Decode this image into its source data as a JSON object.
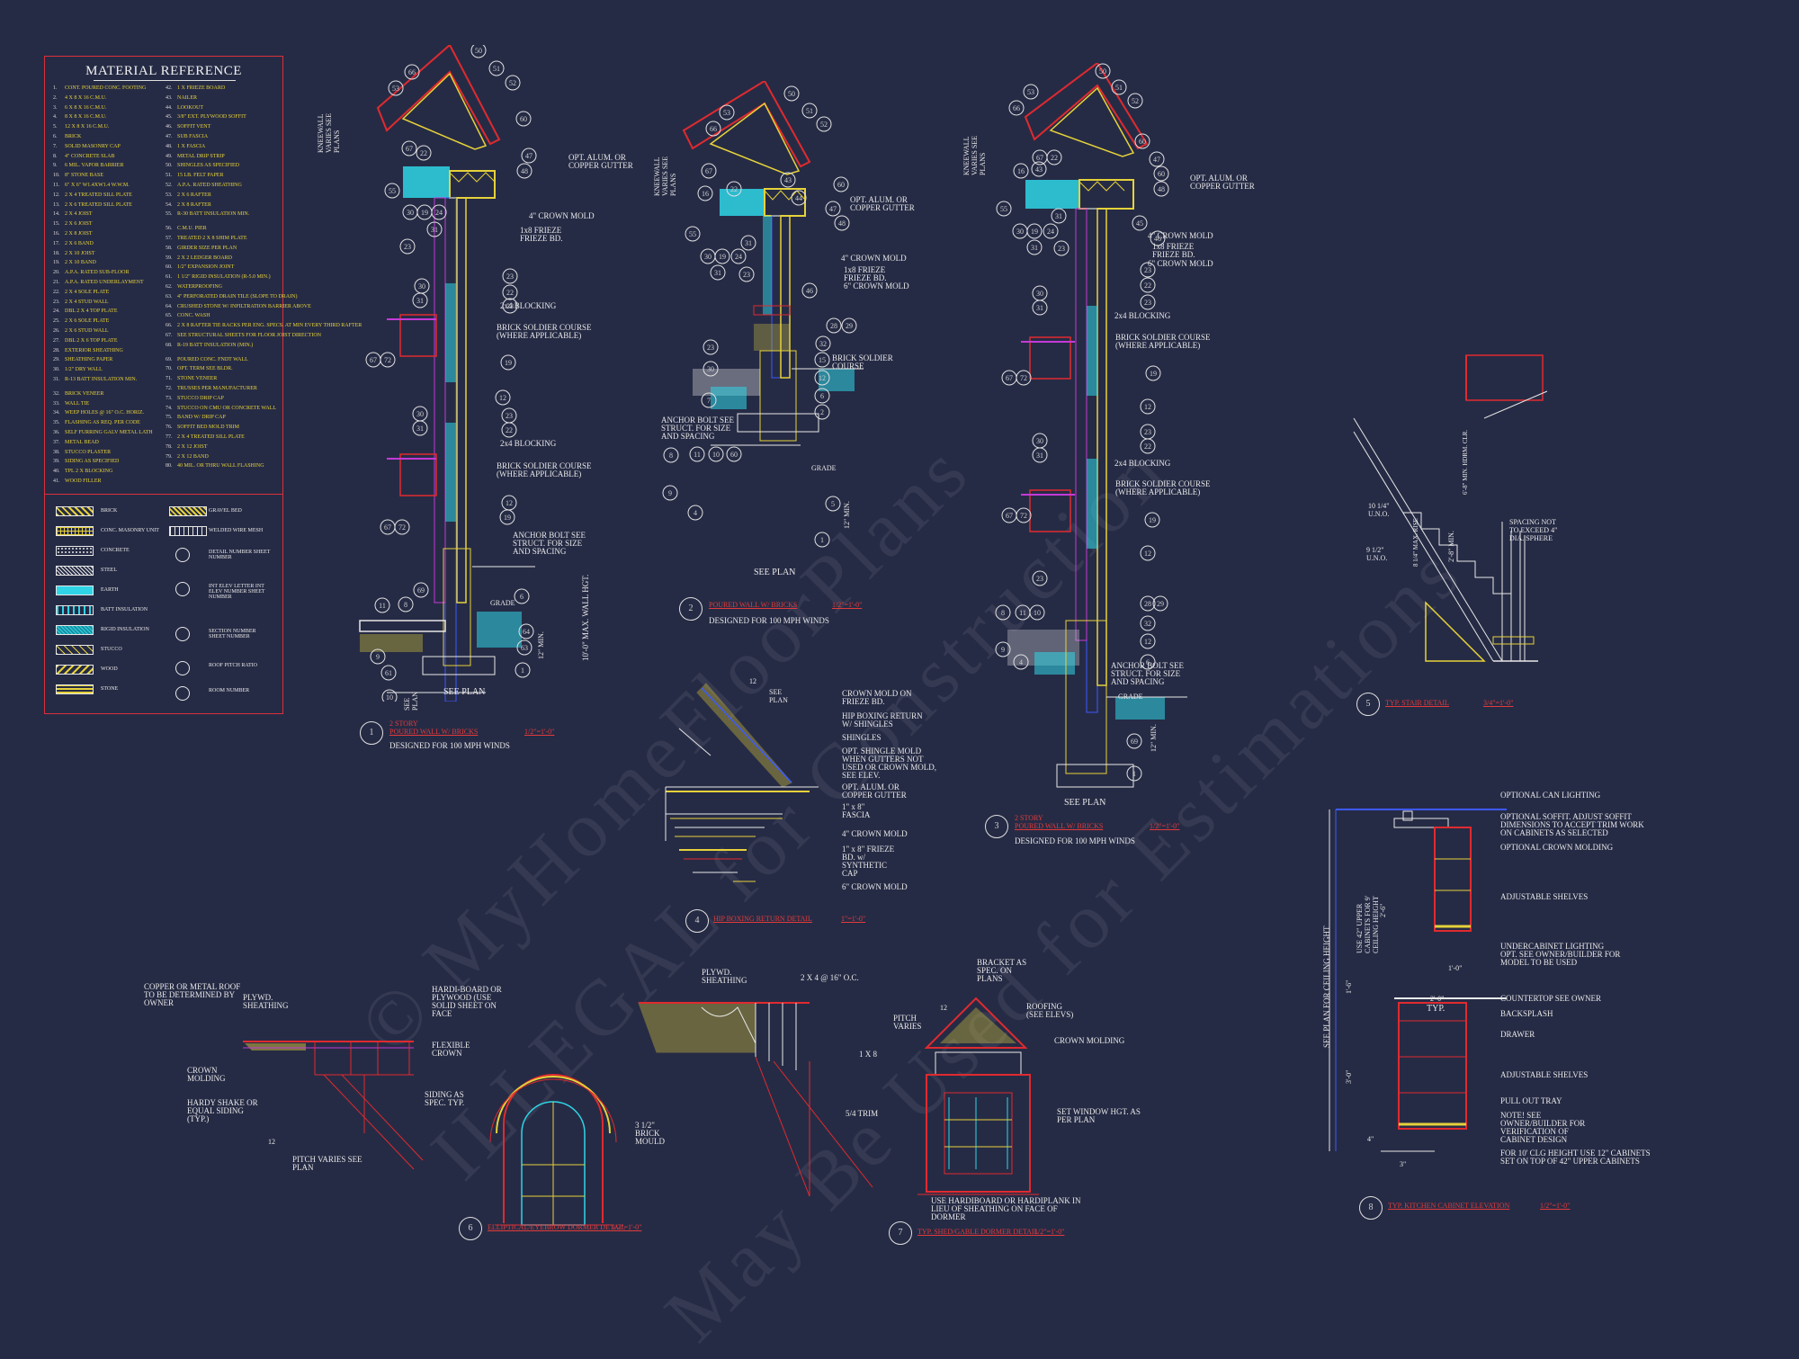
{
  "material_reference": {
    "title": "MATERIAL REFERENCE",
    "left_column": [
      {
        "n": "1.",
        "t": "CONT. POURED CONC. FOOTING"
      },
      {
        "n": "2.",
        "t": "4 X 8 X 16 C.M.U."
      },
      {
        "n": "3.",
        "t": "6 X 8 X 16 C.M.U."
      },
      {
        "n": "4.",
        "t": "8 X 8 X 16 C.M.U."
      },
      {
        "n": "5.",
        "t": "12 X 8 X 16 C.M.U."
      },
      {
        "n": "6.",
        "t": "BRICK"
      },
      {
        "n": "7.",
        "t": "SOLID MASONRY CAP"
      },
      {
        "n": "8.",
        "t": "4\" CONCRETE SLAB"
      },
      {
        "n": "9.",
        "t": "6 MIL. VAPOR BARRIER"
      },
      {
        "n": "10.",
        "t": "8\" STONE BASE"
      },
      {
        "n": "11.",
        "t": "6\" X 6\" W1.4XW1.4 W.W.M."
      },
      {
        "n": "12.",
        "t": "2 X 4 TREATED SILL PLATE"
      },
      {
        "n": "13.",
        "t": "2 X 6 TREATED SILL PLATE"
      },
      {
        "n": "14.",
        "t": "2 X 4 JOIST"
      },
      {
        "n": "15.",
        "t": "2 X 6 JOIST"
      },
      {
        "n": "16.",
        "t": "2 X 8 JOIST"
      },
      {
        "n": "17.",
        "t": "2 X 6 BAND"
      },
      {
        "n": "18.",
        "t": "2 X 10 JOIST"
      },
      {
        "n": "19.",
        "t": "2 X 10 BAND"
      },
      {
        "n": "20.",
        "t": "A.P.A. RATED SUB-FLOOR"
      },
      {
        "n": "21.",
        "t": "A.P.A. RATED UNDERLAYMENT"
      },
      {
        "n": "22.",
        "t": "2 X 4 SOLE PLATE"
      },
      {
        "n": "23.",
        "t": "2 X 4 STUD WALL"
      },
      {
        "n": "24.",
        "t": "DBL 2 X 4 TOP PLATE"
      },
      {
        "n": "25.",
        "t": "2 X 6 SOLE PLATE"
      },
      {
        "n": "26.",
        "t": "2 X 6 STUD WALL"
      },
      {
        "n": "27.",
        "t": "DBL 2 X 6 TOP PLATE"
      },
      {
        "n": "28.",
        "t": "EXTERIOR SHEATHING"
      },
      {
        "n": "29.",
        "t": "SHEATHING PAPER"
      },
      {
        "n": "30.",
        "t": "1/2\" DRY WALL"
      },
      {
        "n": "31.",
        "t": "R-13 BATT INSULATION MIN."
      },
      {
        "n": "32.",
        "t": "BRICK VENEER"
      },
      {
        "n": "33.",
        "t": "WALL TIE"
      },
      {
        "n": "34.",
        "t": "WEEP HOLES @ 16\" O.C. HORIZ."
      },
      {
        "n": "35.",
        "t": "FLASHING AS REQ. PER CODE"
      },
      {
        "n": "36.",
        "t": "SELF FURRING GALV METAL LATH"
      },
      {
        "n": "37.",
        "t": "METAL BEAD"
      },
      {
        "n": "38.",
        "t": "STUCCO PLASTER"
      },
      {
        "n": "39.",
        "t": "SIDING AS SPECIFIED"
      },
      {
        "n": "40.",
        "t": "TPL 2 X BLOCKING"
      },
      {
        "n": "41.",
        "t": "WOOD FILLER"
      }
    ],
    "right_column": [
      {
        "n": "42.",
        "t": "1 X FRIEZE BOARD"
      },
      {
        "n": "43.",
        "t": "NAILER"
      },
      {
        "n": "44.",
        "t": "LOOKOUT"
      },
      {
        "n": "45.",
        "t": "3/8\" EXT. PLYWOOD SOFFIT"
      },
      {
        "n": "46.",
        "t": "SOFFIT VENT"
      },
      {
        "n": "47.",
        "t": "SUB FASCIA"
      },
      {
        "n": "48.",
        "t": "1 X FASCIA"
      },
      {
        "n": "49.",
        "t": "METAL DRIP STRIP"
      },
      {
        "n": "50.",
        "t": "SHINGLES AS SPECIFIED"
      },
      {
        "n": "51.",
        "t": "15 LB. FELT PAPER"
      },
      {
        "n": "52.",
        "t": "A.P.A. RATED SHEATHING"
      },
      {
        "n": "53.",
        "t": "2 X 6 RAFTER"
      },
      {
        "n": "54.",
        "t": "2 X 8 RAFTER"
      },
      {
        "n": "55.",
        "t": "R-30 BATT INSULATION MIN."
      },
      {
        "n": "56.",
        "t": "C.M.U. PIER"
      },
      {
        "n": "57.",
        "t": "TREATED 2 X 8 SHIM PLATE"
      },
      {
        "n": "58.",
        "t": "GIRDER SIZE PER PLAN"
      },
      {
        "n": "59.",
        "t": "2 X 2 LEDGER BOARD"
      },
      {
        "n": "60.",
        "t": "1/2\" EXPANSION JOINT"
      },
      {
        "n": "61.",
        "t": "1 1/2\" RIGID INSULATION (R-5.0 MIN.)"
      },
      {
        "n": "62.",
        "t": "WATERPROOFING"
      },
      {
        "n": "63.",
        "t": "4\" PERFORATED DRAIN TILE (SLOPE TO DRAIN)"
      },
      {
        "n": "64.",
        "t": "CRUSHED STONE W/ INFILTRATION BARRIER ABOVE"
      },
      {
        "n": "65.",
        "t": "CONC. WASH"
      },
      {
        "n": "66.",
        "t": "2 X 8 RAFTER TIE RACKS PER ENG. SPECS. AT MIN EVERY THIRD RAFTER"
      },
      {
        "n": "67.",
        "t": "SEE STRUCTURAL SHEETS FOR FLOOR JOIST DIRECTION"
      },
      {
        "n": "68.",
        "t": "R-19 BATT INSULATION (MIN.)"
      },
      {
        "n": "69.",
        "t": "POURED CONC. FNDT WALL"
      },
      {
        "n": "70.",
        "t": "OPT. TERM SEE BLDR."
      },
      {
        "n": "71.",
        "t": "STONE VENEER"
      },
      {
        "n": "72.",
        "t": "TRUSSES PER MANUFACTURER"
      },
      {
        "n": "73.",
        "t": "STUCCO DRIP CAP"
      },
      {
        "n": "74.",
        "t": "STUCCO ON CMU OR CONCRETE WALL"
      },
      {
        "n": "75.",
        "t": "BAND W/ DRIP CAP"
      },
      {
        "n": "76.",
        "t": "SOFFIT BED MOLD TRIM"
      },
      {
        "n": "77.",
        "t": "2 X 4 TREATED SILL PLATE"
      },
      {
        "n": "78.",
        "t": "2 X 12 JOIST"
      },
      {
        "n": "79.",
        "t": "2 X 12 BAND"
      },
      {
        "n": "80.",
        "t": "40 MIL. OR THRU WALL FLASHING"
      }
    ],
    "legend_left": [
      "BRICK",
      "CONC. MASONRY UNIT",
      "CONCRETE",
      "STEEL",
      "EARTH",
      "BATT INSULATION",
      "RIGID INSULATION",
      "STUCCO",
      "WOOD",
      "STONE"
    ],
    "legend_right": [
      "GRAVEL BED",
      "WELDED WIRE MESH",
      "DETAIL NUMBER SHEET NUMBER",
      "INT ELEV LETTER INT ELEV NUMBER SHEET NUMBER",
      "SECTION NUMBER SHEET NUMBER",
      "ROOF PITCH RATIO",
      "ROOM NUMBER"
    ]
  },
  "details": {
    "d1": {
      "bubble": "1",
      "title1": "2 STORY",
      "title2": "POURED WALL W/ BRICKS",
      "scale": "1/2\"=1'-0\"",
      "subtitle": "DESIGNED FOR 100 MPH WINDS",
      "notes": {
        "kneewall": "KNEEWALL VARIES SEE PLANS",
        "gutter": "OPT. ALUM. OR COPPER GUTTER",
        "crown": "4\" CROWN MOLD",
        "frieze": "1x8 FRIEZE FRIEZE BD.",
        "blocking1": "2x4 BLOCKING",
        "soldier1": "BRICK SOLDIER COURSE (WHERE APPLICABLE)",
        "blocking2": "2x4 BLOCKING",
        "soldier2": "BRICK SOLDIER COURSE (WHERE APPLICABLE)",
        "anchor": "ANCHOR BOLT SEE STRUCT. FOR SIZE AND SPACING",
        "grade": "GRADE",
        "min12": "12\" MIN.",
        "maxwall": "10'-0\" MAX. WALL HGT.",
        "seeplan": "SEE PLAN",
        "seeplan_v": "SEE PLAN"
      }
    },
    "d2": {
      "bubble": "2",
      "title": "POURED WALL W/ BRICKS",
      "scale": "1/2\"=1'-0\"",
      "subtitle": "DESIGNED FOR 100 MPH WINDS",
      "notes": {
        "kneewall": "KNEEWALL VARIES SEE PLANS",
        "gutter": "OPT. ALUM. OR COPPER GUTTER",
        "crown": "4\" CROWN MOLD",
        "frieze": "1x8 FRIEZE FRIEZE BD.",
        "crown6": "6\" CROWN MOLD",
        "soldier": "BRICK SOLDIER COURSE",
        "anchor": "ANCHOR BOLT SEE STRUCT. FOR SIZE AND SPACING",
        "grade": "GRADE",
        "min12": "12\" MIN.",
        "seeplan": "SEE PLAN"
      }
    },
    "d3": {
      "bubble": "3",
      "title1": "2 STORY",
      "title2": "POURED WALL W/ BRICKS",
      "scale": "1/2\"=1'-0\"",
      "subtitle": "DESIGNED FOR 100 MPH WINDS",
      "notes": {
        "kneewall": "KNEEWALL VARIES SEE PLANS",
        "gutter": "OPT. ALUM. OR COPPER GUTTER",
        "crown": "4\" CROWN MOLD",
        "frieze": "1x8 FRIEZE FRIEZE BD.",
        "crown6": "6\" CROWN MOLD",
        "blocking1": "2x4 BLOCKING",
        "soldier1": "BRICK SOLDIER COURSE (WHERE APPLICABLE)",
        "blocking2": "2x4 BLOCKING",
        "soldier2": "BRICK SOLDIER COURSE (WHERE APPLICABLE)",
        "anchor": "ANCHOR BOLT SEE STRUCT. FOR SIZE AND SPACING",
        "grade": "GRADE",
        "min12": "12\" MIN.",
        "seeplan": "SEE PLAN"
      }
    },
    "d4": {
      "bubble": "4",
      "title": "HIP BOXING RETURN DETAIL",
      "scale": "1\"=1'-0\"",
      "notes": {
        "pitch": "12",
        "seeplan": "SEE PLAN",
        "crownmold": "CROWN MOLD ON FRIEZE BD.",
        "hipbox": "HIP BOXING RETURN W/ SHINGLES",
        "shingles": "SHINGLES",
        "optshingle": "OPT. SHINGLE MOLD WHEN GUTTERS NOT USED OR CROWN MOLD, SEE ELEV.",
        "gutter": "OPT. ALUM. OR COPPER GUTTER",
        "fascia": "1\" x 8\" FASCIA",
        "crown4": "4\" CROWN MOLD",
        "frieze": "1\" x 8\" FRIEZE BD. w/ SYNTHETIC CAP",
        "crown6": "6\" CROWN MOLD"
      }
    },
    "d5": {
      "bubble": "5",
      "title": "TYP. STAIR DETAIL",
      "scale": "3/4\"=1'-0\"",
      "notes": {
        "rise": "10 1/4\" U.N.O.",
        "run": "9 1/2\" U.N.O.",
        "spacing": "SPACING NOT TO EXCEED 4\" DIA. SPHERE",
        "max": "8 1/4\" MAX. RISE",
        "handrail": "2'-8\" MIN.",
        "headroom": "6'-8\" MIN. HDRM. CLR."
      }
    },
    "d6": {
      "bubble": "6",
      "title": "ELLIPTICAL/EYEBROW DORMER DETAIL",
      "scale": "1/2\"=1'-0\"",
      "notes": {
        "copper": "COPPER OR METAL ROOF TO BE DETERMINED BY OWNER",
        "plywd": "PLYWD. SHEATHING",
        "crown": "CROWN MOLDING",
        "hardy": "HARDY SHAKE OR EQUAL SIDING (TYP.)",
        "siding": "SIDING AS SPEC. TYP.",
        "pitch": "PITCH VARIES SEE PLAN",
        "pitch12": "12",
        "hardi": "HARDI-BOARD OR PLYWOOD (USE SOLID SHEET ON FACE",
        "flexible": "FLEXIBLE CROWN",
        "brick": "3 1/2\" BRICK MOULD"
      }
    },
    "d7": {
      "bubble": "7",
      "title": "TYP. SHED/GABLE DORMER DETAIL",
      "scale": "1/2\"=1'-0\"",
      "notes": {
        "plywd": "PLYWD. SHEATHING",
        "twox4": "2 X 4 @ 16\" O.C.",
        "onex8": "1 X 8",
        "trim": "5/4 TRIM",
        "pitch": "PITCH VARIES",
        "pitch12": "12",
        "bracket": "BRACKET AS SPEC. ON PLANS",
        "roofing": "ROOFING (SEE ELEVS)",
        "crown": "CROWN MOLDING",
        "window": "SET WINDOW HGT. AS PER PLAN",
        "hardiboard": "USE HARDIBOARD OR HARDIPLANK IN LIEU OF SHEATHING ON FACE OF DORMER"
      }
    },
    "d8": {
      "bubble": "8",
      "title": "TYP. KITCHEN CABINET ELEVATION",
      "scale": "1/2\"=1'-0\"",
      "notes": {
        "can": "OPTIONAL CAN LIGHTING",
        "soffit": "OPTIONAL SOFFIT. ADJUST SOFFIT DIMENSIONS TO ACCEPT TRIM WORK ON CABINETS AS SELECTED",
        "crownmolding": "OPTIONAL CROWN MOLDING",
        "adjshelves1": "ADJUSTABLE SHELVES",
        "undercab": "UNDERCABINET LIGHTING OPT. SEE OWNER/BUILDER FOR MODEL TO BE USED",
        "countertop": "COUNTERTOP SEE OWNER",
        "backsplash": "BACKSPLASH",
        "drawer": "DRAWER",
        "adjshelves2": "ADJUSTABLE SHELVES",
        "pullout": "PULL OUT TRAY",
        "note": "NOTE! SEE OWNER/BUILDER FOR VERIFICATION OF CABINET DESIGN",
        "clg": "FOR 10' CLG HEIGHT USE 12\" CABINETS SET ON TOP OF 42\" UPPER CABINETS",
        "seeplan": "SEE PLAN FOR CEILING HEIGHT",
        "upper": "USE 42\" UPPER CABINETS FOR 9' CEILING HEIGHT",
        "dim26": "2'-6\"",
        "dim16": "1'-6\"",
        "dim30": "3'-0\"",
        "dim10": "1'-0\"",
        "dim20": "2'-0\"",
        "typ": "TYP.",
        "dim4": "4\"",
        "dim3": "3\""
      }
    }
  },
  "watermark": {
    "line1": "© MyHomeFloorPlans",
    "line2": "ILLEGAL for Construction",
    "line3": "May Be Used for Estimations"
  },
  "colors": {
    "background": "#262b45",
    "red": "#e02a2f",
    "yellow": "#e6d23a",
    "cyan": "#2fd5e6",
    "blue": "#3c5aff",
    "magenta": "#c43ad8"
  }
}
